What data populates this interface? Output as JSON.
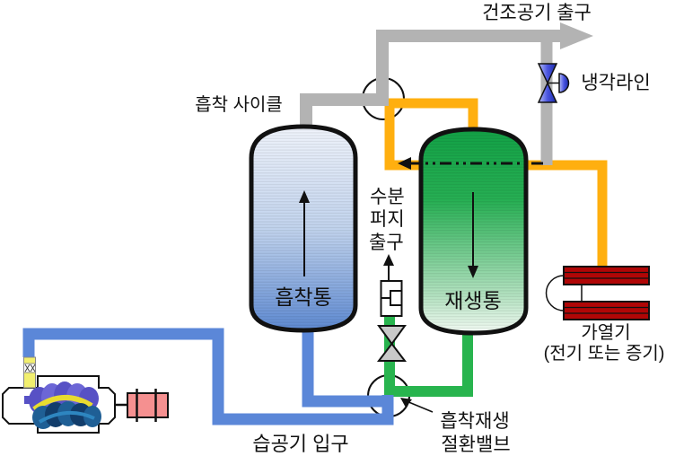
{
  "diagram": {
    "type": "process-flow-diagram",
    "subject": "adsorption air dryer system",
    "labels": {
      "dry_air_outlet": "건조공기 출구",
      "cooling_line": "냉각라인",
      "adsorption_cycle": "흡착 사이클",
      "moisture_purge_line1": "수분",
      "moisture_purge_line2": "퍼지",
      "moisture_purge_line3": "출구",
      "adsorption_tank": "흡착통",
      "regeneration_tank": "재생통",
      "heater": "가열기",
      "heater_sub": "(전기 또는 증기)",
      "wet_air_inlet": "습공기 입구",
      "switch_valve_line1": "흡착재생",
      "switch_valve_line2": "절환밸브"
    },
    "colors": {
      "pipe_gray": "#b3b3b3",
      "pipe_orange": "#ffaf0f",
      "pipe_green": "#28b44e",
      "pipe_blue": "#5b87d8",
      "valve_gray_fill": "#c9c9c9",
      "heater_red": "#b00606",
      "motor_pink": "#f59090",
      "outline_black": "#111111",
      "tank_blue_top": "#f0f4fc",
      "tank_blue_bottom": "#5e8ad2",
      "tank_green_top": "#13a246",
      "tank_green_bottom": "#f4fcf5"
    }
  }
}
